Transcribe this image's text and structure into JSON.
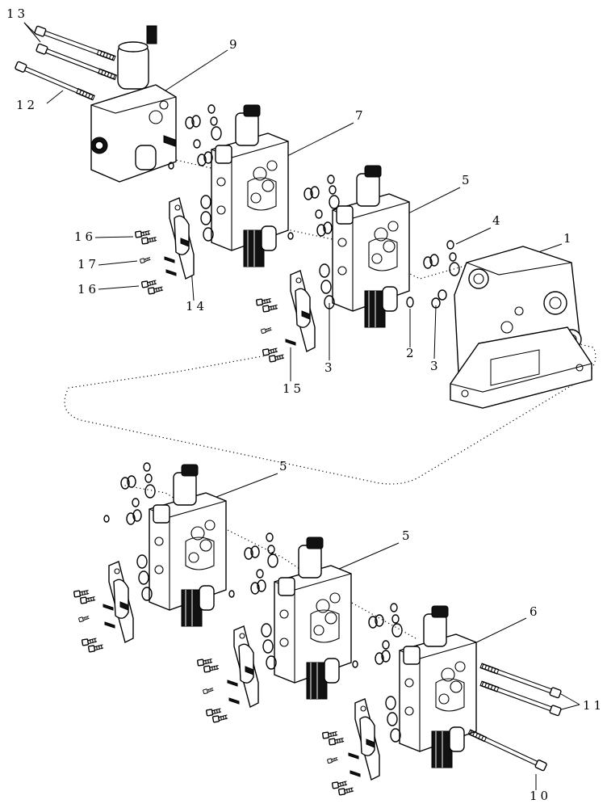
{
  "callouts": {
    "c1": "1",
    "c2": "2",
    "c3a": "3",
    "c3b": "3",
    "c4": "4",
    "c5a": "5",
    "c5b": "5",
    "c5c": "5",
    "c6": "6",
    "c7": "7",
    "c9": "9",
    "c10": "10",
    "c11": "11",
    "c12": "12",
    "c13": "13",
    "c14": "14",
    "c15": "15",
    "c16a": "16",
    "c16b": "16",
    "c17": "17"
  }
}
